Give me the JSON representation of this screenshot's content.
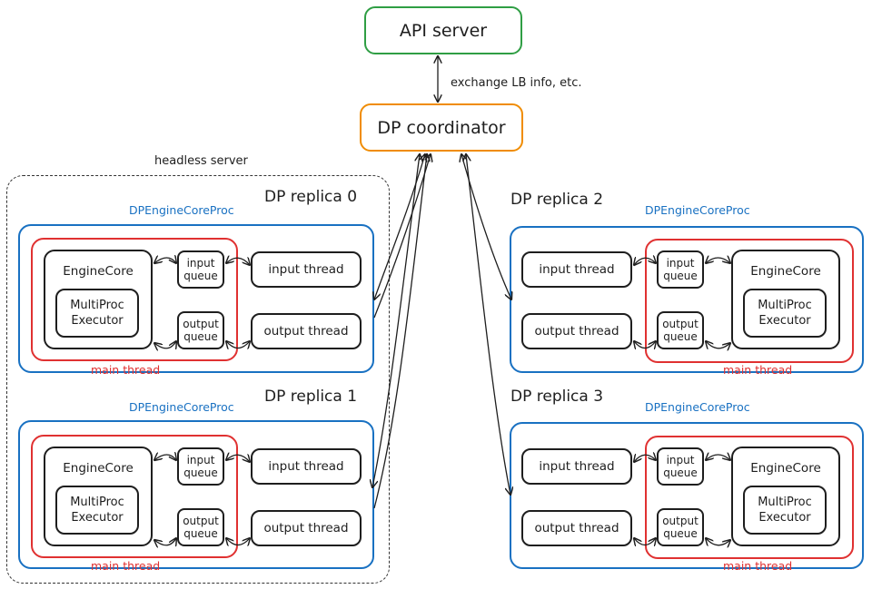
{
  "api_server": {
    "label": "API server"
  },
  "coordinator": {
    "label": "DP coordinator"
  },
  "exchange_note": "exchange LB info, etc.",
  "headless_server": {
    "label": "headless server"
  },
  "common": {
    "proc_label": "DPEngineCoreProc",
    "main_thread_label": "main thread",
    "engine_core_label": "EngineCore",
    "executor_label": "MultiProc\nExecutor",
    "input_queue_label": "input\nqueue",
    "output_queue_label": "output\nqueue",
    "input_thread_label": "input thread",
    "output_thread_label": "output thread"
  },
  "replicas": [
    {
      "title": "DP replica 0",
      "side": "left"
    },
    {
      "title": "DP replica 1",
      "side": "left"
    },
    {
      "title": "DP replica 2",
      "side": "right"
    },
    {
      "title": "DP replica 3",
      "side": "right"
    }
  ],
  "colors": {
    "api_border": "#2f9e44",
    "coordinator_border": "#f08c00",
    "proc_border": "#1971c2",
    "main_thread_border": "#e03131",
    "stroke": "#1e1e1e"
  }
}
